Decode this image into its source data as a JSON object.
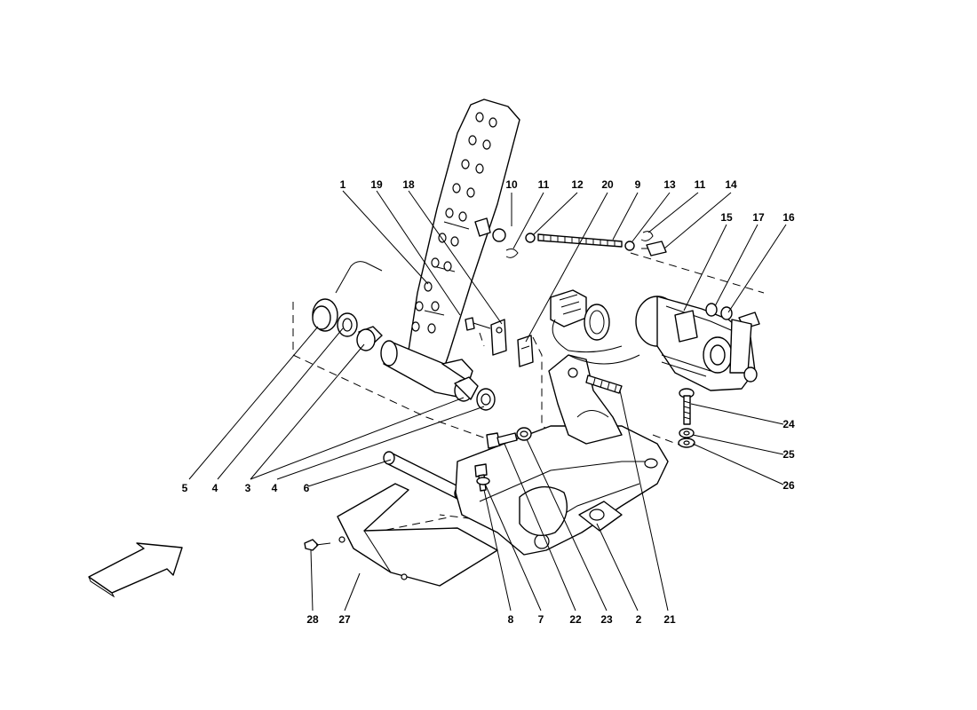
{
  "callouts": {
    "c1": "1",
    "c19": "19",
    "c18": "18",
    "c10": "10",
    "c11a": "11",
    "c12": "12",
    "c20": "20",
    "c9": "9",
    "c13": "13",
    "c11b": "11",
    "c14": "14",
    "c15": "15",
    "c17": "17",
    "c16": "16",
    "c24": "24",
    "c25": "25",
    "c26": "26",
    "c5": "5",
    "c4a": "4",
    "c3": "3",
    "c4b": "4",
    "c6": "6",
    "c28": "28",
    "c27": "27",
    "c8": "8",
    "c7": "7",
    "c22": "22",
    "c23": "23",
    "c2": "2",
    "c21": "21"
  }
}
